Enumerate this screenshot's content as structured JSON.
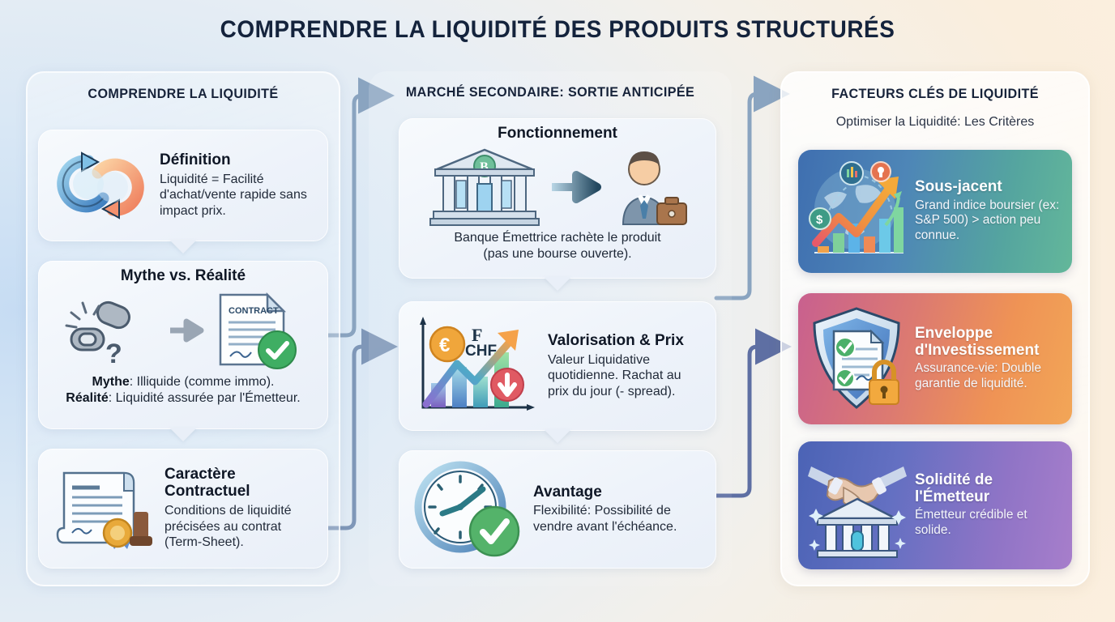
{
  "title": "COMPRENDRE LA LIQUIDITÉ DES PRODUITS STRUCTURÉS",
  "colors": {
    "title_text": "#14233c",
    "card_bg": "#eef3fa",
    "connector": "#7b93b4",
    "gradient_1": "#3f6fb0",
    "gradient_2": "#ef9355",
    "gradient_3": "#6470c2"
  },
  "columns": {
    "left": {
      "heading": "COMPRENDRE LA LIQUIDITÉ",
      "cards": [
        {
          "icon": "circular-arrows-icon",
          "heading": "Définition",
          "body": "Liquidité = Facilité d'achat/vente rapide sans impact prix."
        },
        {
          "icon": "broken-chain-contract-icon",
          "heading": "Mythe vs. Réalité",
          "line1_label": "Mythe",
          "line1_text": ": Illiquide (comme immo).",
          "line2_label": "Réalité",
          "line2_text": ": Liquidité assurée par l'Émetteur.",
          "doc_label": "CONTRACT"
        },
        {
          "icon": "contract-seal-stamp-icon",
          "heading": "Caractère Contractuel",
          "body": "Conditions de liquidité précisées au contrat (Term-Sheet)."
        }
      ]
    },
    "middle": {
      "heading": "MARCHÉ SECONDAIRE: SORTIE ANTICIPÉE",
      "cards": [
        {
          "icon": "bank-to-investor-icon",
          "heading": "Fonctionnement",
          "caption_line1": "Banque Émettrice rachète le produit",
          "caption_line2": "(pas une bourse ouverte)."
        },
        {
          "icon": "growth-chart-currency-icon",
          "heading": "Valorisation & Prix",
          "body": "Valeur Liquidative quotidienne. Rachat au prix du jour (- spread).",
          "currency_euro": "€",
          "currency_chf": "CHF"
        },
        {
          "icon": "clock-check-icon",
          "heading": "Avantage",
          "body": "Flexibilité: Possibilité de vendre avant l'échéance."
        }
      ]
    },
    "right": {
      "heading": "FACTEURS CLÉS DE LIQUIDITÉ",
      "subheading": "Optimiser la Liquidité: Les Critères",
      "cards": [
        {
          "icon": "globe-growth-chart-icon",
          "heading": "Sous-jacent",
          "body": "Grand indice boursier (ex: S&P 500) > action peu connue."
        },
        {
          "icon": "shield-lock-document-icon",
          "heading": "Enveloppe d'Investissement",
          "body": "Assurance-vie: Double garantie de liquidité."
        },
        {
          "icon": "handshake-bank-icon",
          "heading": "Solidité de l'Émetteur",
          "body": "Émetteur crédible et solide."
        }
      ]
    }
  }
}
